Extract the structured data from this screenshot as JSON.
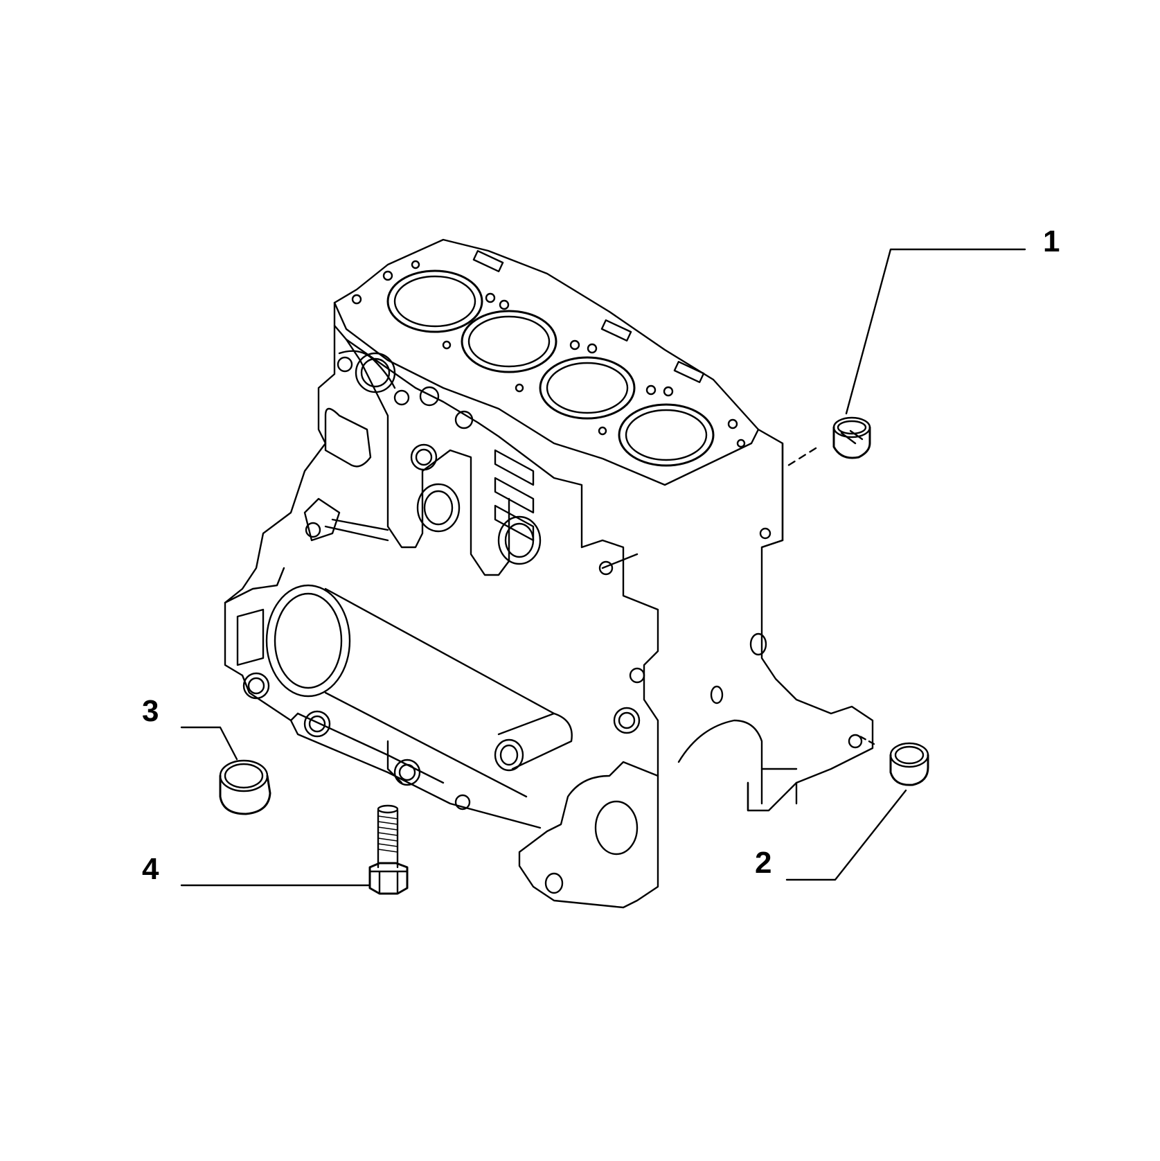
{
  "diagram": {
    "stroke_color": "#000000",
    "background_color": "#ffffff",
    "components": [
      {
        "name": "engine-block",
        "callout": ""
      },
      {
        "name": "plug",
        "callout": "1"
      },
      {
        "name": "sleeve",
        "callout": "2"
      },
      {
        "name": "bush",
        "callout": "3"
      },
      {
        "name": "bolt",
        "callout": "4"
      }
    ]
  },
  "callouts": {
    "c1": "1",
    "c2": "2",
    "c3": "3",
    "c4": "4"
  }
}
